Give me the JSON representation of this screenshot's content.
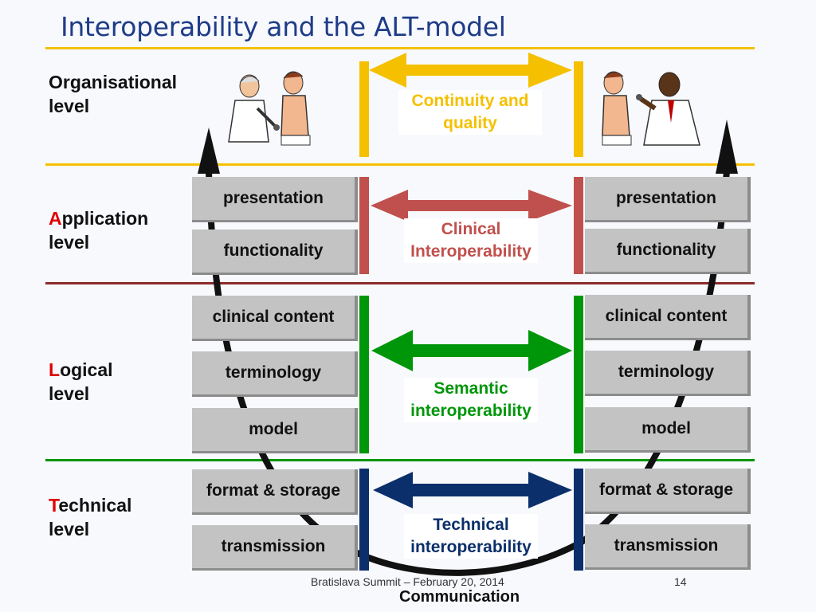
{
  "title": "Interoperability and the ALT-model",
  "levels": {
    "organisational": {
      "line1": "Organisational",
      "line2": "level"
    },
    "application": {
      "initial": "A",
      "rest": "pplication",
      "line2": "level"
    },
    "logical": {
      "initial": "L",
      "rest": "ogical",
      "line2": "level"
    },
    "technical": {
      "initial": "T",
      "rest": "echnical",
      "line2": "level"
    }
  },
  "left_boxes": [
    "presentation",
    "functionality",
    "clinical content",
    "terminology",
    "model",
    "format  & storage",
    "transmission"
  ],
  "right_boxes": [
    "presentation",
    "functionality",
    "clinical content",
    "terminology",
    "model",
    "format  & storage",
    "transmission"
  ],
  "interop": {
    "continuity": {
      "line1": "Continuity and",
      "line2": "quality",
      "color": "#f5c000"
    },
    "clinical": {
      "line1": "Clinical",
      "line2": "Interoperability",
      "color": "#c0504d"
    },
    "semantic": {
      "line1": "Semantic",
      "line2": "interoperability",
      "color": "#00960a"
    },
    "technical": {
      "line1": "Technical",
      "line2": "interoperability",
      "color": "#0b2f6b"
    }
  },
  "footer": {
    "text": "Bratislava Summit – February 20, 2014",
    "page": "14"
  },
  "communication": "Communication"
}
